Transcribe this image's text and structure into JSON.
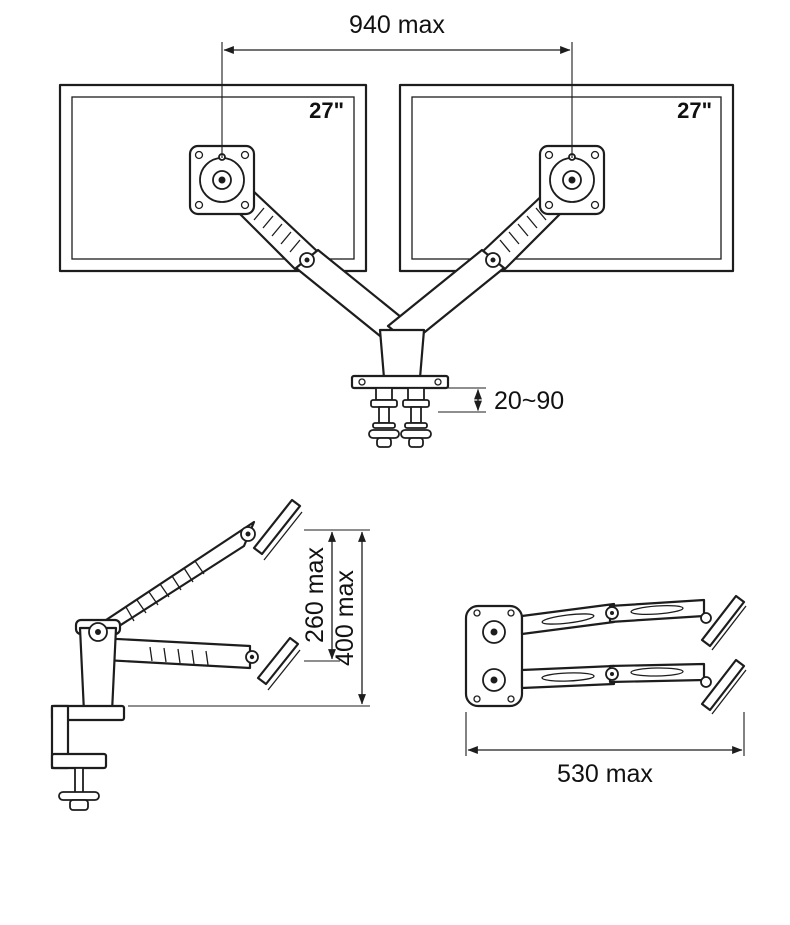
{
  "labels": {
    "span_max": "940 max",
    "monitor_left_size": "27\"",
    "monitor_right_size": "27\"",
    "desk_thickness_range": "20~90",
    "inner_height_max": "260 max",
    "outer_height_max": "400 max",
    "reach_max": "530 max"
  }
}
